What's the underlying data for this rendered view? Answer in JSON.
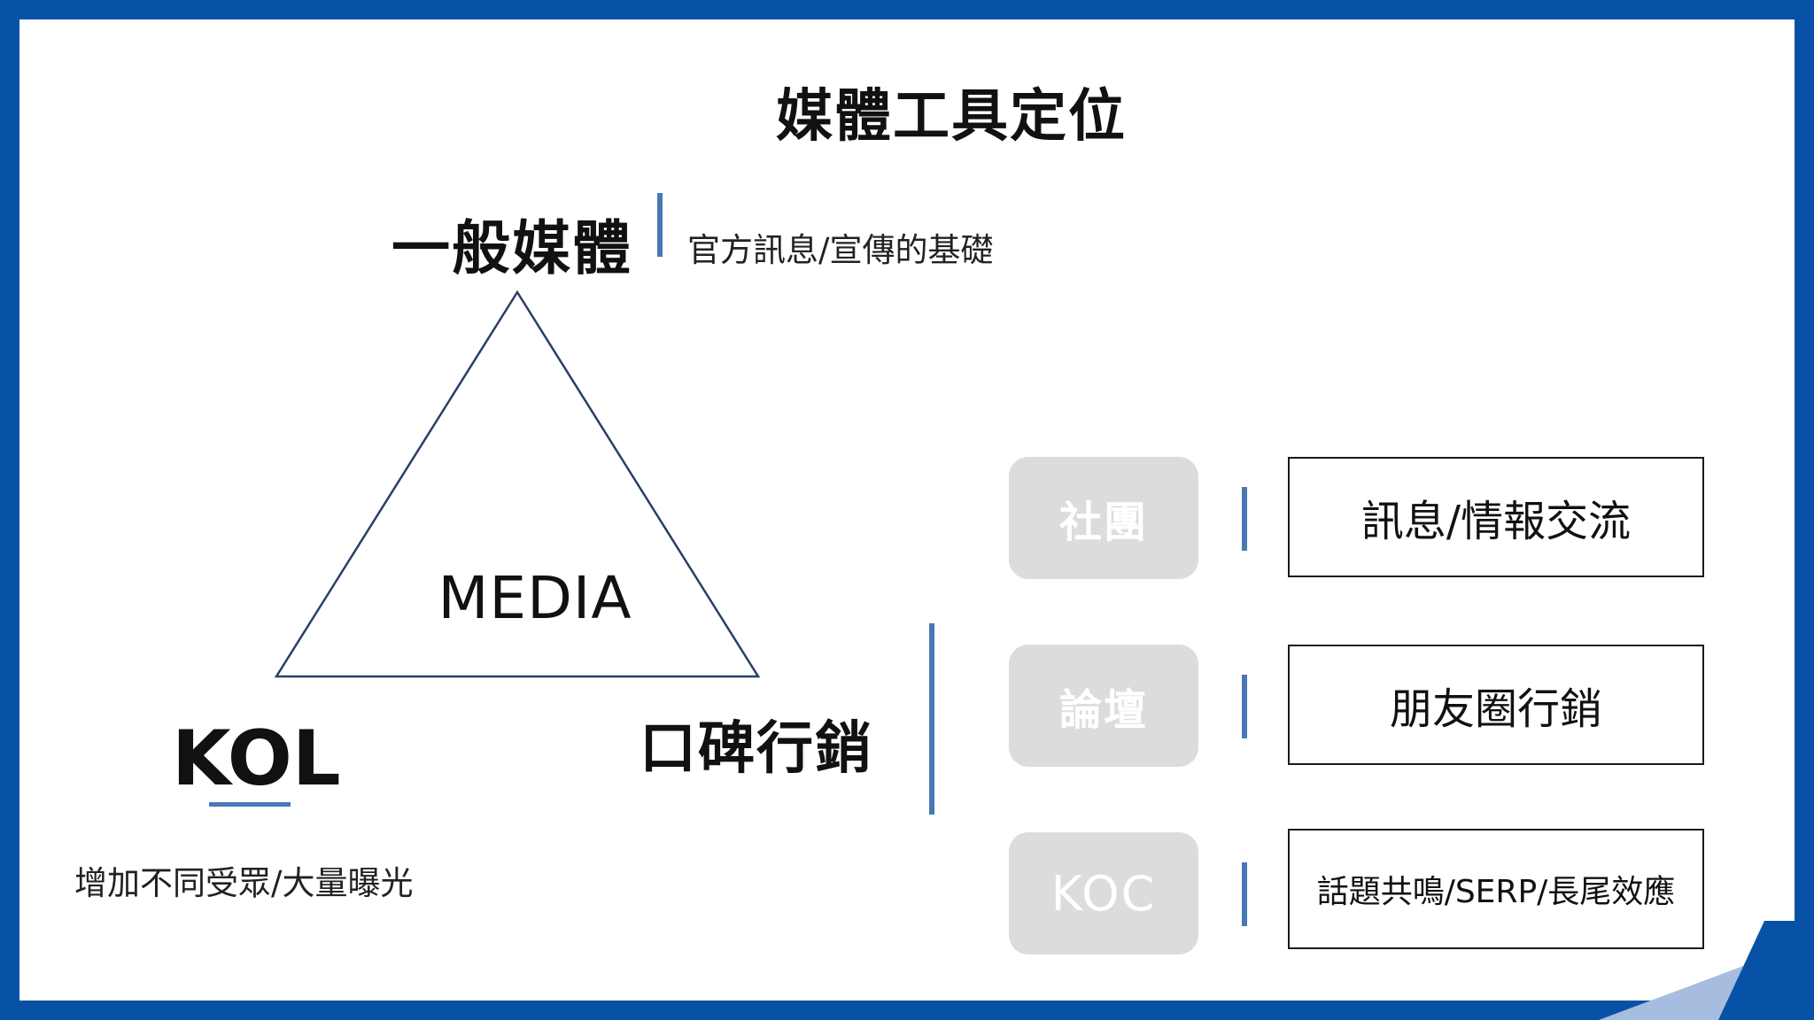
{
  "slide": {
    "title": "媒體工具定位",
    "colors": {
      "frame": "#0752a6",
      "accent": "#4a78b4",
      "corner_light": "#a7bde0",
      "pill": "#dcdcdc"
    }
  },
  "triangle": {
    "top_label": "一般媒體",
    "top_desc": "官方訊息/宣傳的基礎",
    "center_label": "MEDIA",
    "left_label": "KOL",
    "left_desc": "增加不同受眾/大量曝光",
    "right_label": "口碑行銷"
  },
  "channels": [
    {
      "label": "社團",
      "desc": "訊息/情報交流"
    },
    {
      "label": "論壇",
      "desc": "朋友圈行銷"
    },
    {
      "label": "KOC",
      "desc": "話題共鳴/SERP/長尾效應"
    }
  ]
}
